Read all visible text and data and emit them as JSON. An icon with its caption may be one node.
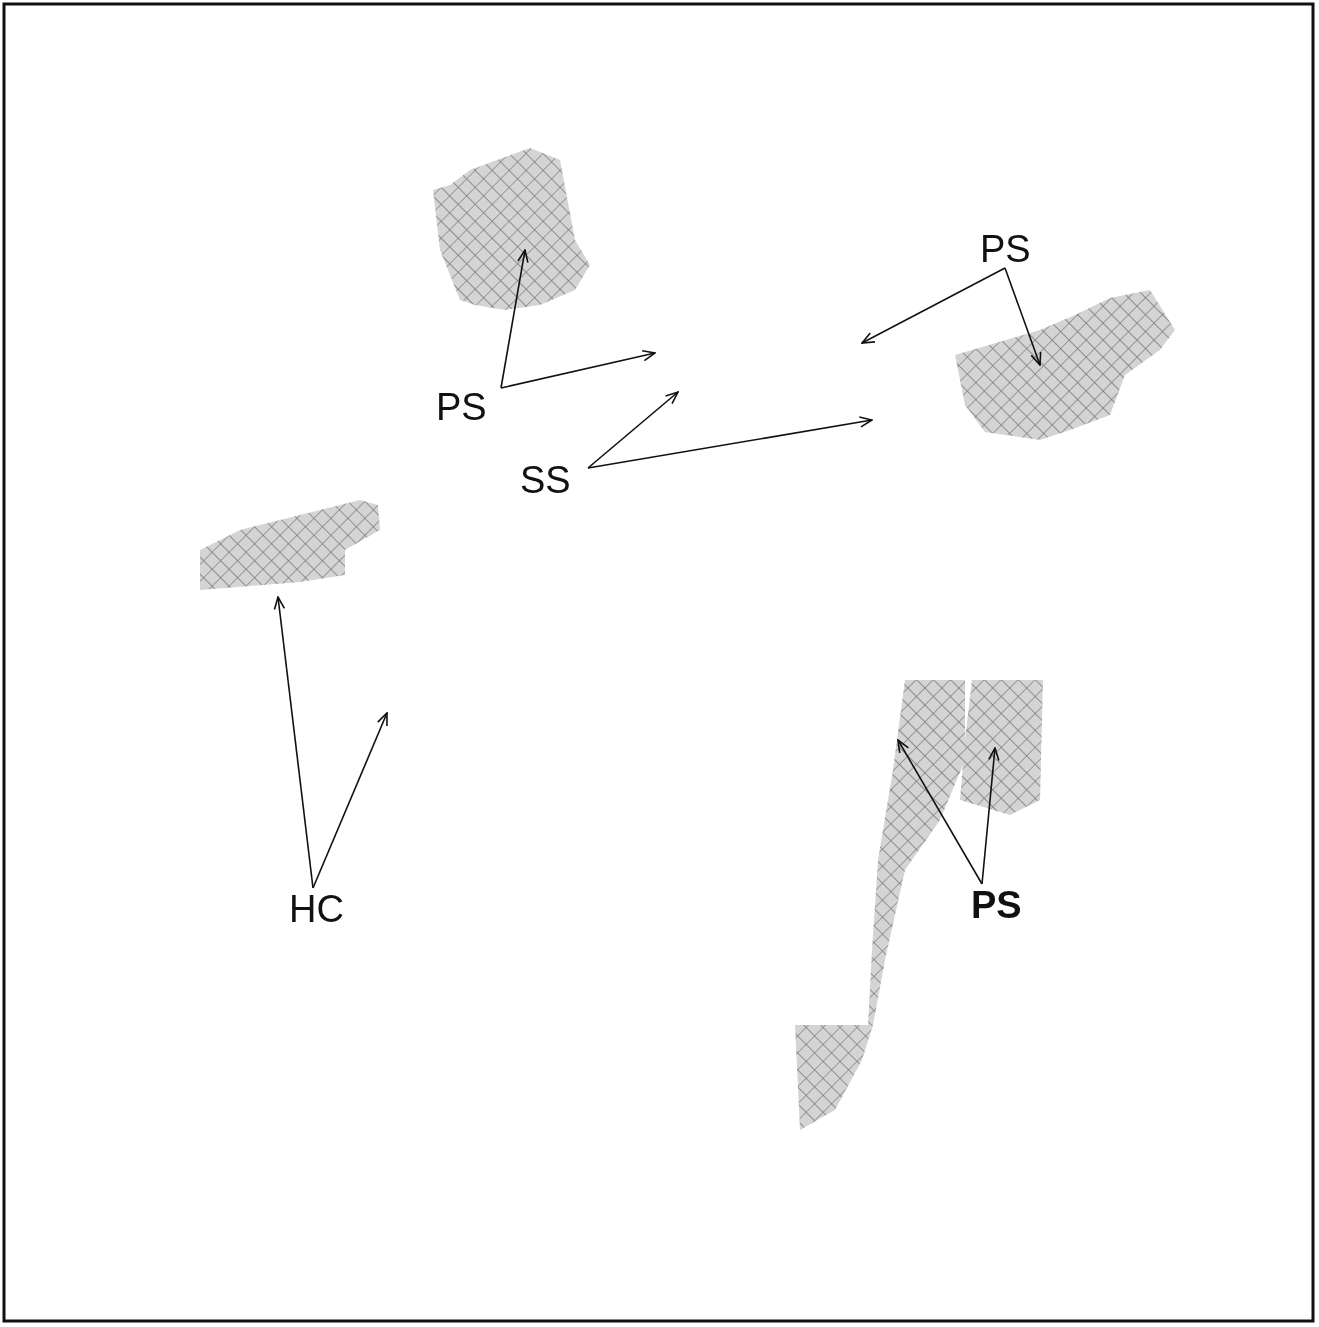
{
  "diagram": {
    "nodes": [
      {
        "text": [
          "PS"
        ]
      },
      {
        "text": [
          "SS"
        ]
      },
      {
        "text": [
          "PS"
        ]
      },
      {
        "text": [
          "HC"
        ]
      },
      {
        "text": [
          "PS"
        ]
      },
      {
        "text": [],
        "shape": "region"
      },
      {
        "text": [],
        "shape": "region"
      },
      {
        "text": [],
        "shape": "region"
      },
      {
        "text": [],
        "shape": "region"
      },
      {
        "text": [],
        "shape": "region"
      }
    ],
    "edges": [
      {
        "from": 0,
        "to": 5,
        "arrow": "to"
      },
      {
        "from": 0,
        "to": null,
        "arrow": "to"
      },
      {
        "from": 2,
        "to": null,
        "arrow": "to"
      },
      {
        "from": 2,
        "to": 6,
        "arrow": "to"
      },
      {
        "from": 1,
        "to": null,
        "arrow": "to"
      },
      {
        "from": 1,
        "to": null,
        "arrow": "to"
      },
      {
        "from": 3,
        "to": 7,
        "arrow": "to"
      },
      {
        "from": 3,
        "to": null,
        "arrow": "to"
      },
      {
        "from": 4,
        "to": 8,
        "arrow": "to"
      },
      {
        "from": 4,
        "to": 9,
        "arrow": "to"
      }
    ]
  }
}
